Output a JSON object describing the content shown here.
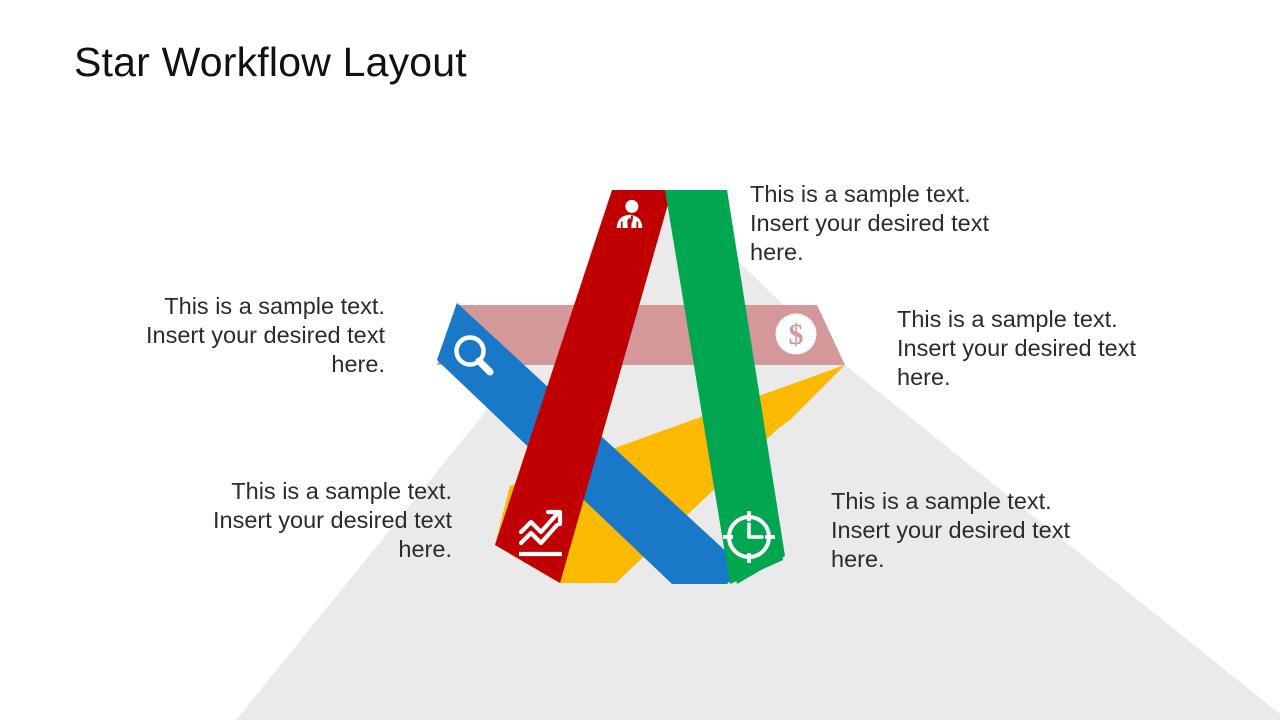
{
  "slide": {
    "title": "Star Workflow Layout",
    "background_color": "#ffffff",
    "shadow_color": "#eaeaea"
  },
  "diagram": {
    "name": "star-workflow-diagram",
    "type": "pentagram-ribbon-star",
    "bands": [
      {
        "id": "red",
        "label": "people-band",
        "color": "#C00000",
        "icon": "businessman-icon",
        "icon_color": "#ffffff"
      },
      {
        "id": "green",
        "label": "time-band",
        "color": "#00A650",
        "icon": "clock-icon",
        "icon_color": "#ffffff"
      },
      {
        "id": "pink",
        "label": "money-band",
        "color": "#D4979A",
        "icon": "dollar-circle-icon",
        "icon_color": "#ffffff"
      },
      {
        "id": "blue",
        "label": "research-band",
        "color": "#1978C8",
        "icon": "search-icon",
        "icon_color": "#ffffff"
      },
      {
        "id": "yellow",
        "label": "growth-band",
        "color": "#FBBA00",
        "icon": "growth-chart-icon",
        "icon_color": "#ffffff"
      }
    ]
  },
  "callouts": {
    "top_right": {
      "line1": "This is a sample text.",
      "line2": "Insert your desired text",
      "line3": "here."
    },
    "mid_left": {
      "line1": "This is a sample text.",
      "line2": "Insert your desired text",
      "line3": "here."
    },
    "mid_right": {
      "line1": "This is a sample text.",
      "line2": "Insert your desired text",
      "line3": "here."
    },
    "bottom_left": {
      "line1": "This is a sample text.",
      "line2": "Insert your desired text",
      "line3": "here."
    },
    "bottom_right": {
      "line1": "This is a sample text.",
      "line2": "Insert your desired text",
      "line3": "here."
    }
  }
}
